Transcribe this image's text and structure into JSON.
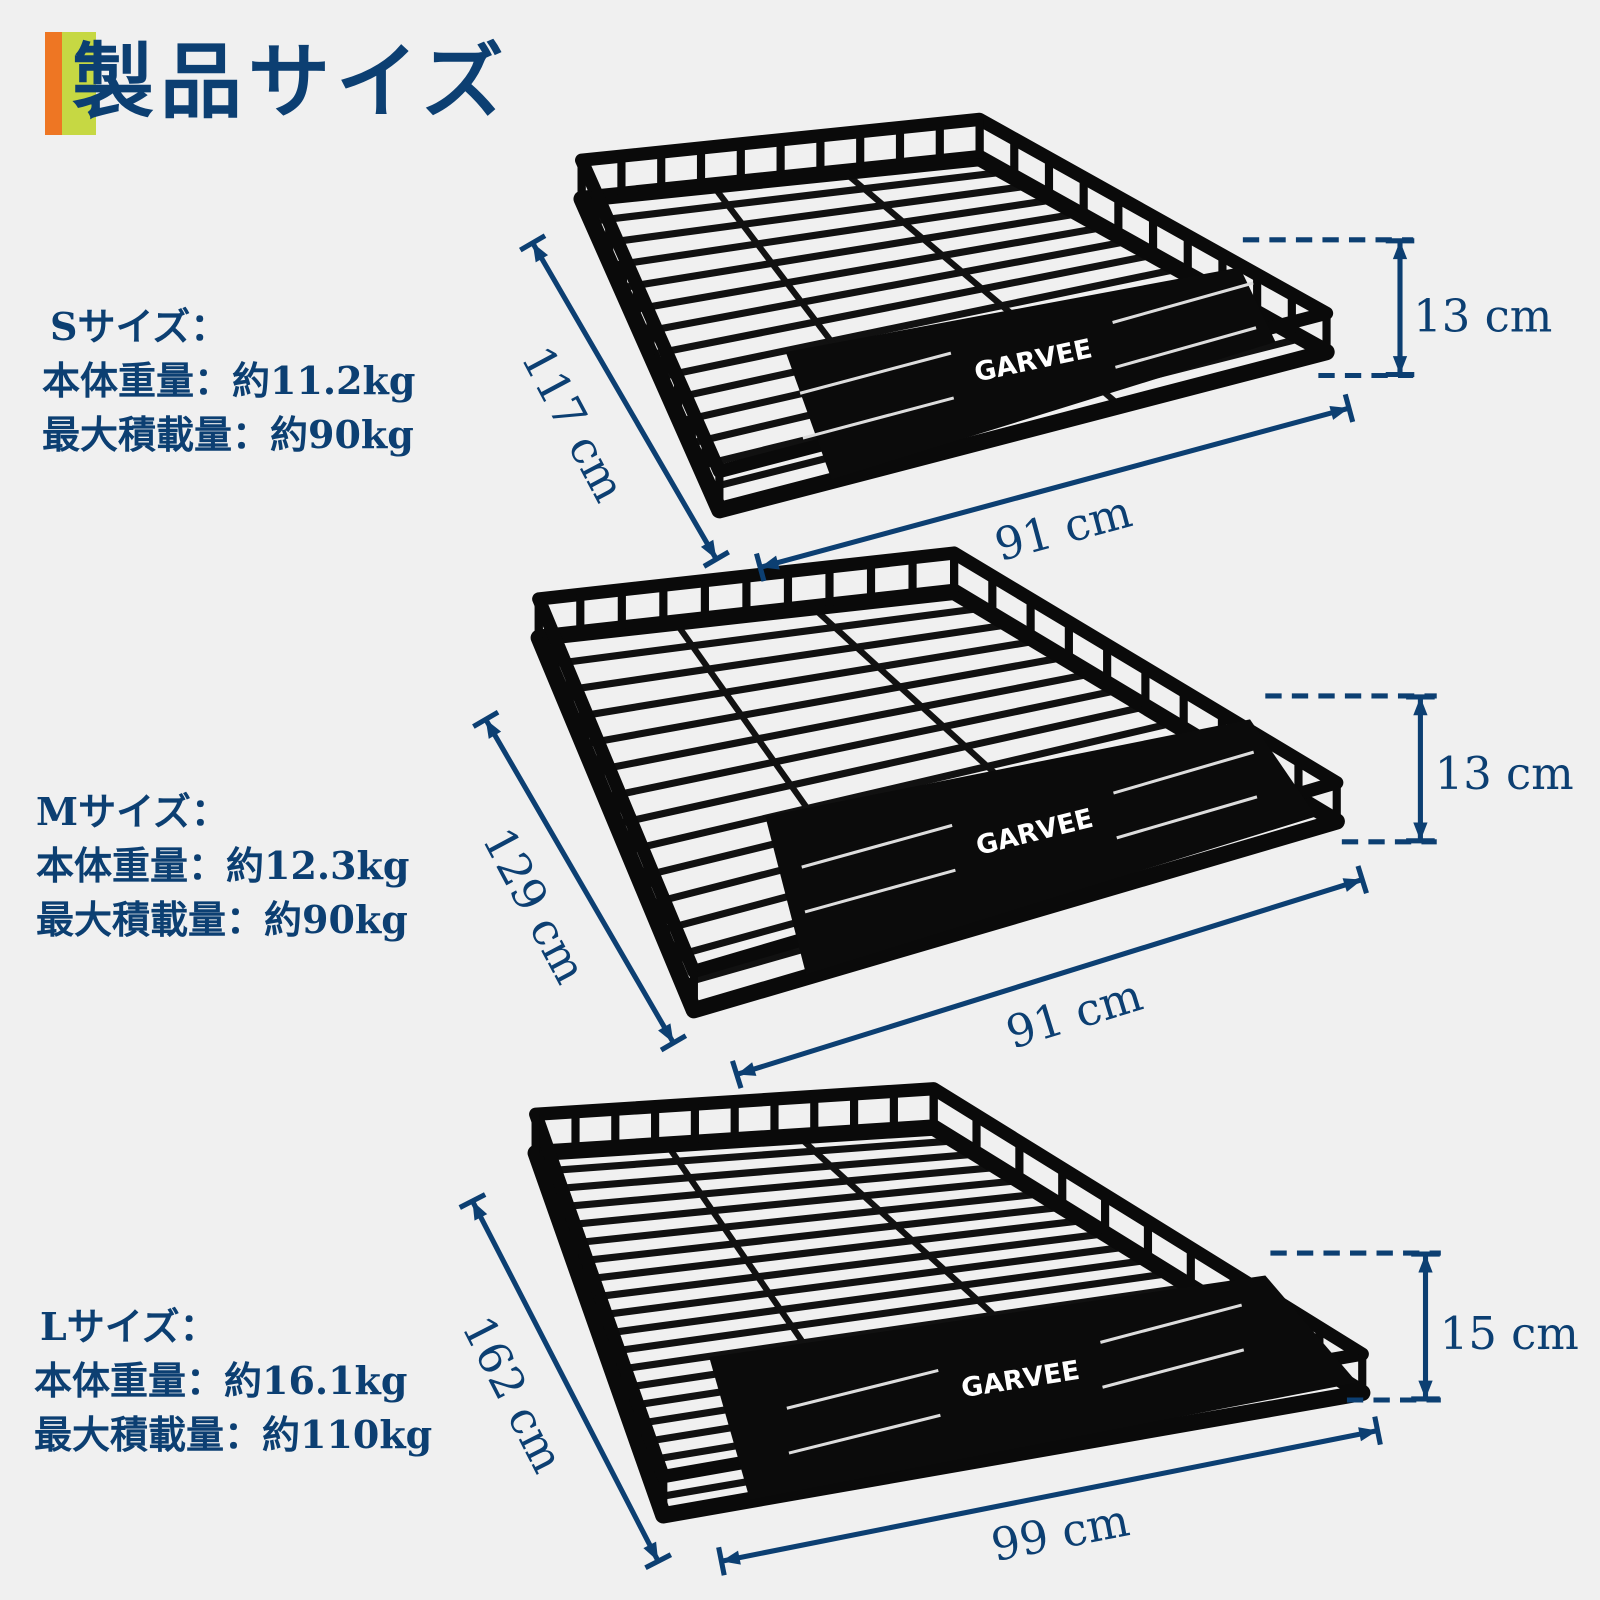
{
  "title": "製品サイズ",
  "colors": {
    "text": "#0c3f72",
    "accent_orange": "#ee7623",
    "accent_green": "#c6d843",
    "background": "#f0f0f0"
  },
  "logo": "GARVEE",
  "sizes": [
    {
      "name": "Sサイズ：",
      "weight": "本体重量：約11.2kg",
      "capacity": "最大積載量：約90kg",
      "length": "117 cm",
      "width": "91 cm",
      "height": "13 cm"
    },
    {
      "name": "Mサイズ：",
      "weight": "本体重量：約12.3kg",
      "capacity": "最大積載量：約90kg",
      "length": "129 cm",
      "width": "91 cm",
      "height": "13 cm"
    },
    {
      "name": "Lサイズ：",
      "weight": "本体重量：約16.1kg",
      "capacity": "最大積載量：約110kg",
      "length": "162 cm",
      "width": "99 cm",
      "height": "15 cm"
    }
  ]
}
